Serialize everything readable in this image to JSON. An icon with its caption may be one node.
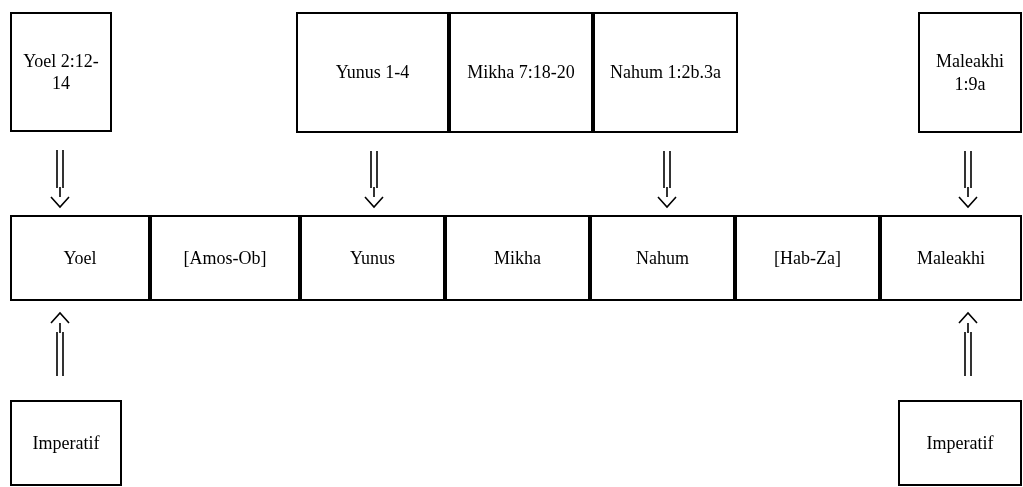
{
  "diagram": {
    "nodes": [
      {
        "text": [
          "Yoel 2:12-14"
        ]
      },
      {
        "text": [
          "Yunus 1-4"
        ]
      },
      {
        "text": [
          "Mikha 7:18-20"
        ]
      },
      {
        "text": [
          "Nahum 1:2b.3a"
        ]
      },
      {
        "text": [
          "Maleakhi 1:9a"
        ]
      },
      {
        "text": [
          "Yoel"
        ]
      },
      {
        "text": [
          "[Amos-Ob]"
        ]
      },
      {
        "text": [
          "Yunus"
        ]
      },
      {
        "text": [
          "Mikha"
        ]
      },
      {
        "text": [
          "Nahum"
        ]
      },
      {
        "text": [
          "[Hab-Za]"
        ]
      },
      {
        "text": [
          "Maleakhi"
        ]
      },
      {
        "text": [
          "Imperatif"
        ]
      },
      {
        "text": [
          "Imperatif"
        ]
      }
    ],
    "edges": [
      {
        "from": 0,
        "to": 5,
        "arrow": "to"
      },
      {
        "from": 1,
        "to": 7,
        "arrow": "to"
      },
      {
        "from": 3,
        "to": 9,
        "arrow": "to"
      },
      {
        "from": 4,
        "to": 11,
        "arrow": "to"
      },
      {
        "from": 12,
        "to": 5,
        "arrow": "to"
      },
      {
        "from": 13,
        "to": 11,
        "arrow": "to"
      }
    ]
  }
}
